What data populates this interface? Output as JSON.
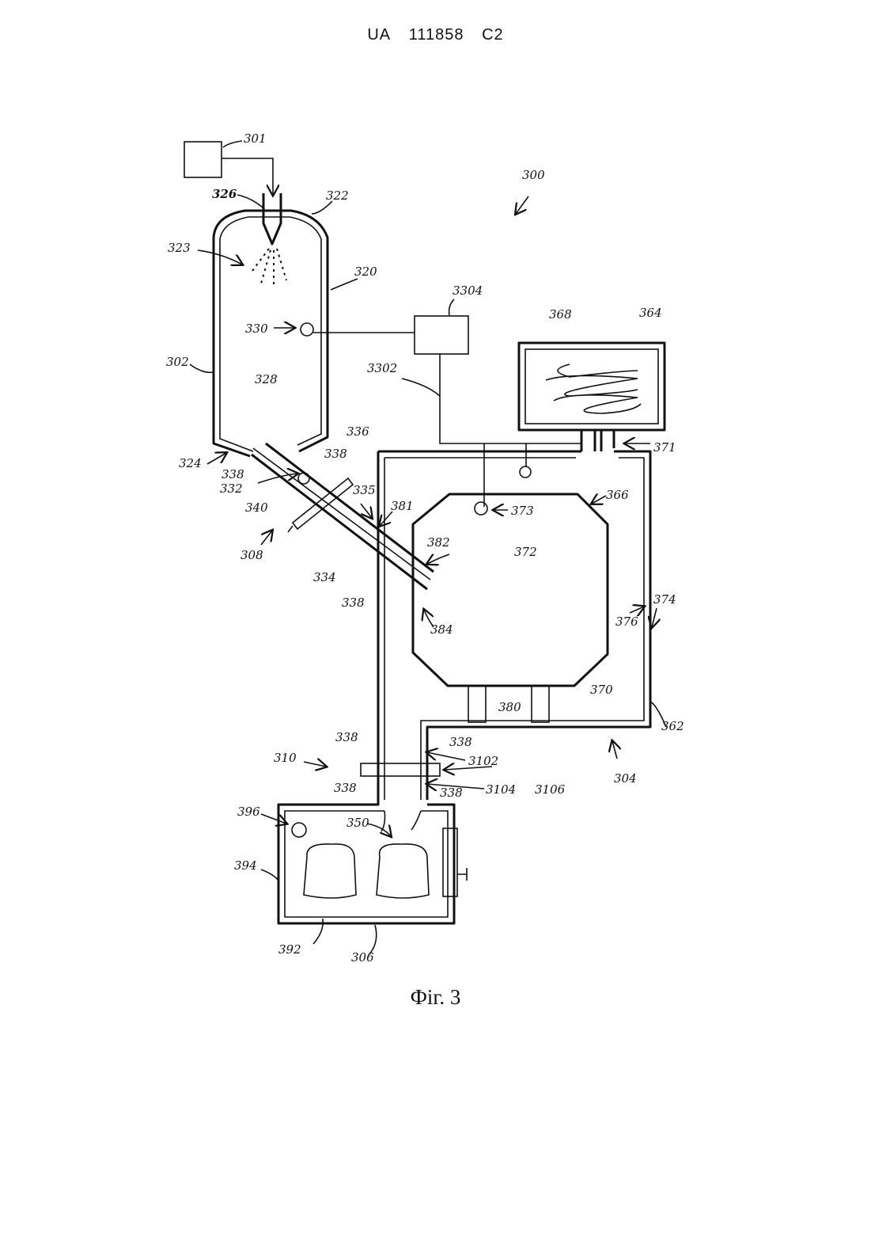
{
  "header": {
    "country": "UA",
    "number": "111858",
    "kind": "C2"
  },
  "caption": "Фіг. 3",
  "labels": {
    "l300": "300",
    "l301": "301",
    "l302": "302",
    "l304": "304",
    "l306": "306",
    "l308": "308",
    "l310": "310",
    "l320": "320",
    "l322": "322",
    "l323": "323",
    "l324": "324",
    "l326": "326",
    "l328": "328",
    "l330": "330",
    "l332": "332",
    "l334": "334",
    "l335": "335",
    "l336": "336",
    "l338": "338",
    "l340": "340",
    "l350": "350",
    "l362": "362",
    "l364": "364",
    "l366": "366",
    "l368": "368",
    "l370": "370",
    "l371": "371",
    "l372": "372",
    "l373": "373",
    "l374": "374",
    "l376": "376",
    "l380": "380",
    "l381": "381",
    "l382": "382",
    "l384": "384",
    "l392": "392",
    "l394": "394",
    "l396": "396",
    "l3102": "3102",
    "l3104": "3104",
    "l3106": "3106",
    "l3302": "3302",
    "l3304": "3304"
  }
}
